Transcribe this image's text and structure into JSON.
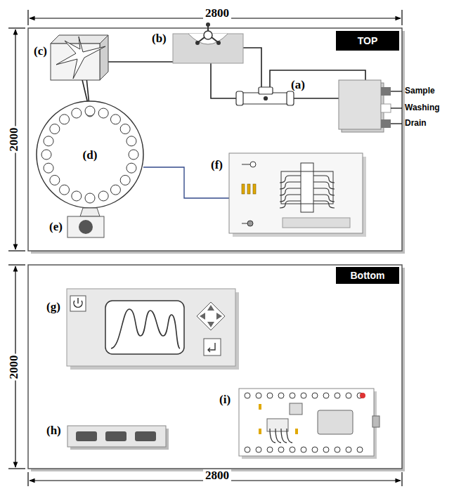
{
  "diagram": {
    "nodes": [
      {
        "text": [
          "TOP"
        ]
      },
      {
        "text": [
          "Bottom"
        ]
      }
    ],
    "labels": [
      "2800",
      "2000",
      "(c)",
      "(b)",
      "(a)",
      "Sample",
      "Washing",
      "Drain",
      "(d)",
      "(f)",
      "(e)",
      "2000",
      "(g)",
      "(i)",
      "(h)",
      "2800"
    ]
  }
}
